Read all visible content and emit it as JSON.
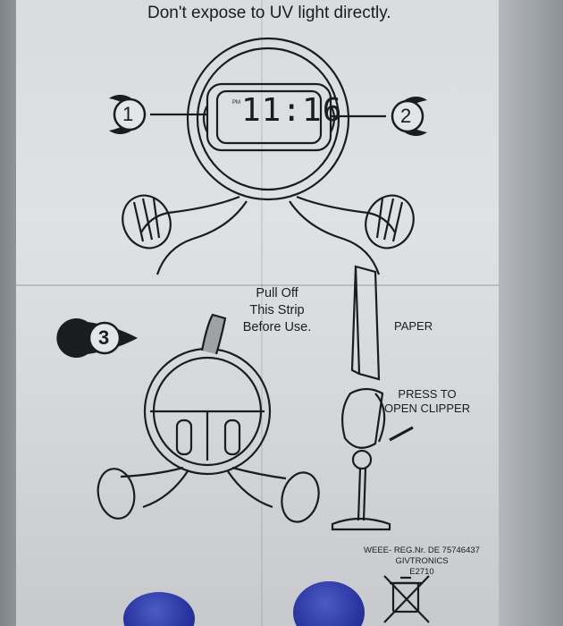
{
  "document": {
    "warning": "Don't expose to UV light directly.",
    "callouts": [
      {
        "number": "1"
      },
      {
        "number": "2"
      },
      {
        "number": "3"
      }
    ],
    "display": {
      "indicator": "PM",
      "time": "11:16"
    },
    "pull_strip": [
      "Pull Off",
      "This Strip",
      "Before Use."
    ],
    "paper_label": "PAPER",
    "press_label": [
      "PRESS TO",
      "OPEN CLIPPER"
    ],
    "weee": [
      "WEEE- REG.Nr. DE 75746437",
      "GIVTRONICS",
      "E2710"
    ]
  },
  "colors": {
    "paper": "#dcdee0",
    "ink": "#1b1c1e",
    "glove": "#2a35a0"
  },
  "icons": [
    "crossed-out-bin-icon"
  ]
}
